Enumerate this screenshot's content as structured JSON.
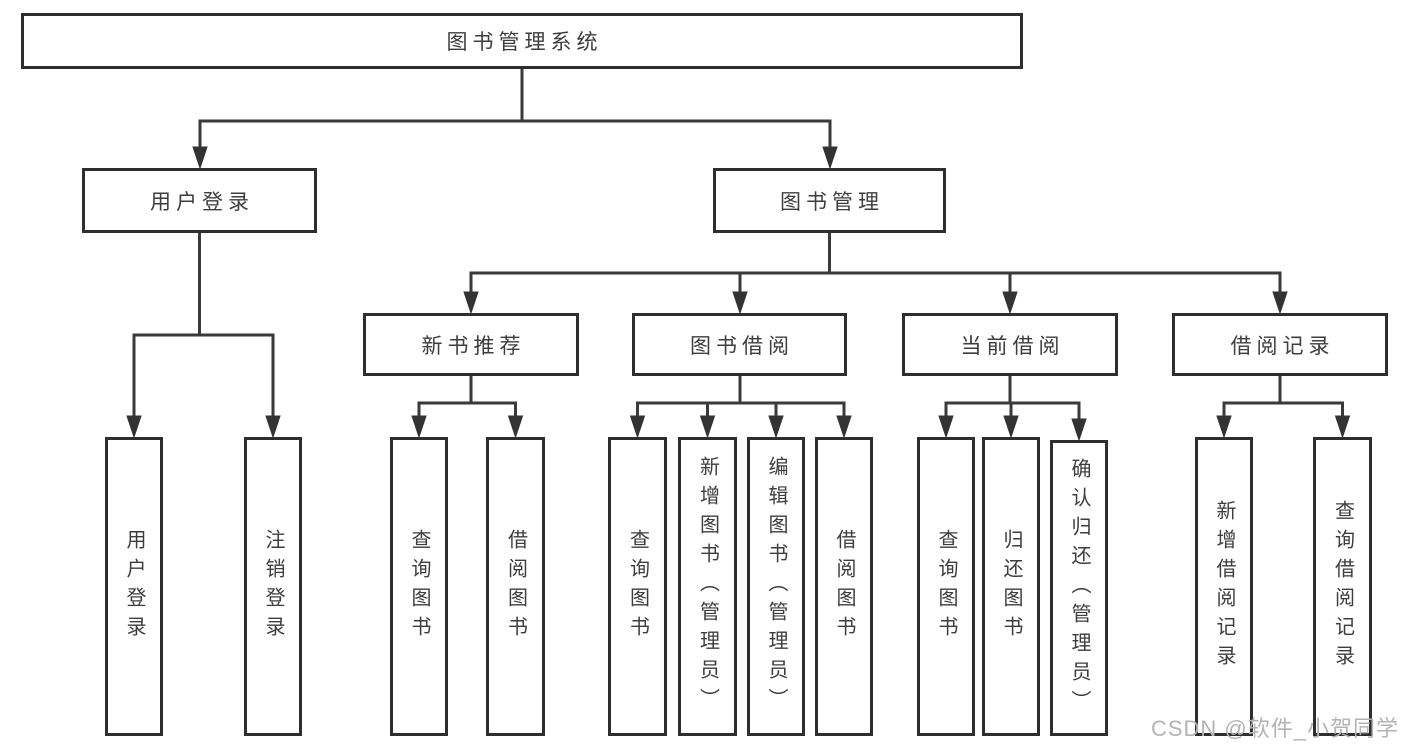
{
  "tree": {
    "label": "图书管理系统",
    "children": [
      {
        "label": "用户登录",
        "children": [
          {
            "label": "用户登录"
          },
          {
            "label": "注销登录"
          }
        ]
      },
      {
        "label": "图书管理",
        "children": [
          {
            "label": "新书推荐",
            "children": [
              {
                "label": "查询图书"
              },
              {
                "label": "借阅图书"
              }
            ]
          },
          {
            "label": "图书借阅",
            "children": [
              {
                "label": "查询图书"
              },
              {
                "label": "新增图书（管理员）"
              },
              {
                "label": "编辑图书（管理员）"
              },
              {
                "label": "借阅图书"
              }
            ]
          },
          {
            "label": "当前借阅",
            "children": [
              {
                "label": "查询图书"
              },
              {
                "label": "归还图书"
              },
              {
                "label": "确认归还（管理员）"
              }
            ]
          },
          {
            "label": "借阅记录",
            "children": [
              {
                "label": "新增借阅记录"
              },
              {
                "label": "查询借阅记录"
              }
            ]
          }
        ]
      }
    ]
  },
  "watermark": "CSDN @软件_小贺同学",
  "colors": {
    "line": "#3a3a3a",
    "box_border": "#2e2e2e",
    "text": "#3d3d3d",
    "background": "#ffffff",
    "watermark": "#b3b3b3"
  }
}
